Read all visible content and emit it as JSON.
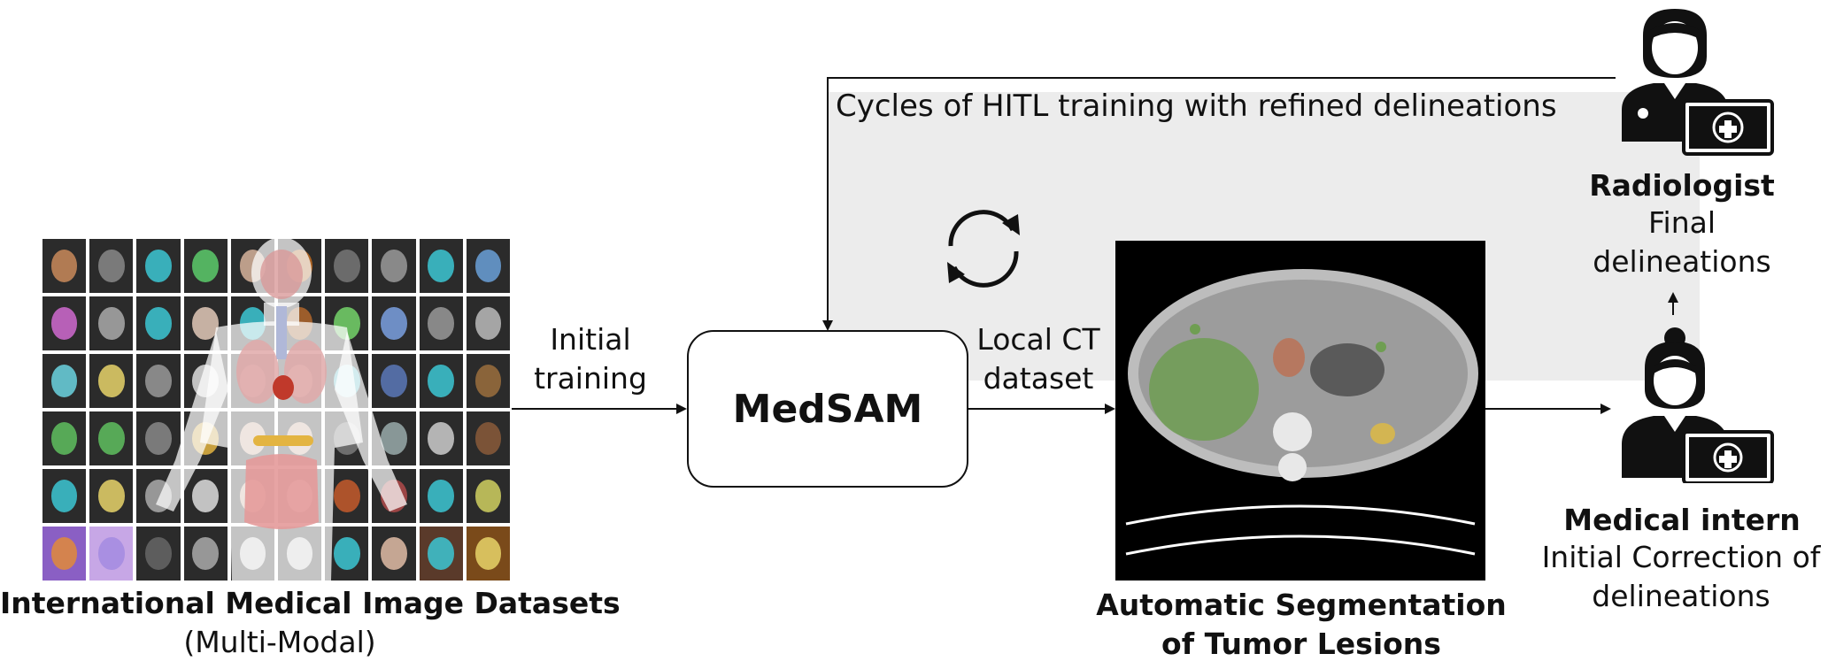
{
  "loop": {
    "label": "Cycles of HITL training with refined delineations"
  },
  "arrows": {
    "initial_training": [
      "Initial",
      "training"
    ],
    "local_ct": [
      "Local CT",
      "dataset"
    ]
  },
  "medsam": {
    "label": "MedSAM"
  },
  "datasets": {
    "title": "International Medical Image Datasets",
    "subtitle": "(Multi-Modal)"
  },
  "segmentation": {
    "title_line1": "Automatic Segmentation",
    "title_line2": "of Tumor Lesions"
  },
  "radiologist": {
    "title": "Radiologist",
    "desc": [
      "Final",
      "delineations"
    ]
  },
  "intern": {
    "title": "Medical intern",
    "desc": [
      "Initial Correction of",
      "delineations"
    ]
  },
  "icons": [
    "recycle-icon",
    "radiologist-icon",
    "intern-icon",
    "laptop-icon"
  ],
  "colors": {
    "loop_band": "#ececec",
    "tumor_green": "#6f9e52",
    "organ_brown": "#b9745a",
    "lesion_yellow": "#d9b84a",
    "accent_cyan": "#3cc7d4"
  }
}
